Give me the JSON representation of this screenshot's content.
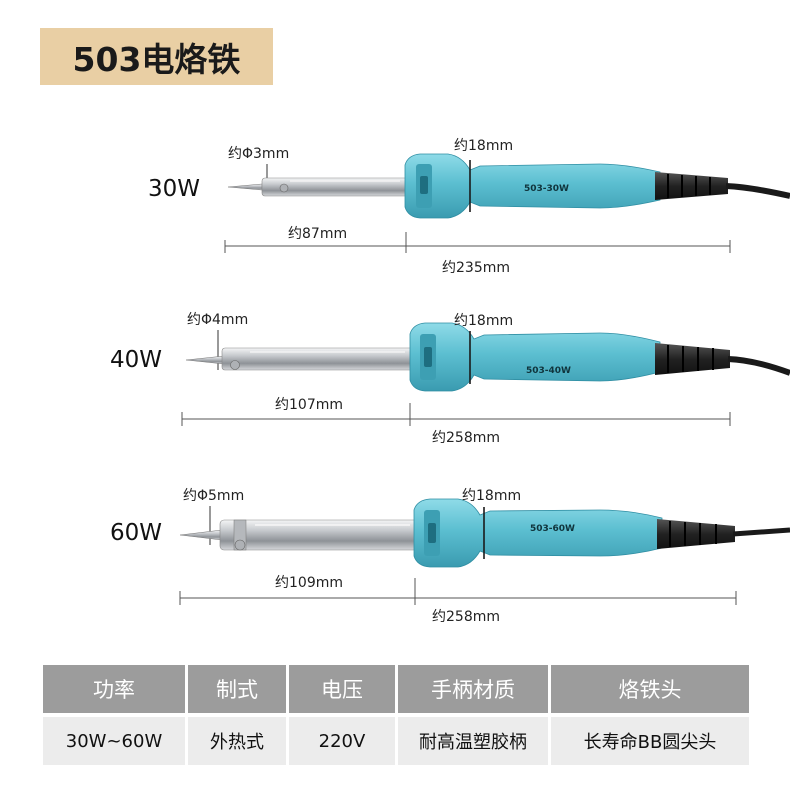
{
  "title": "503电烙铁",
  "colors": {
    "handle": "#5cbfd1",
    "handle_dark": "#3d9fb3",
    "metal": "#c9ccd0",
    "title_bg": "#e9cfa4",
    "table_header_bg": "#9c9c9c",
    "table_value_bg": "#ececec"
  },
  "irons": [
    {
      "label": "30W",
      "tip": "约Φ3mm",
      "grip": "约18mm",
      "barrel": "约87mm",
      "total": "约235mm",
      "handle_text": "503-30W"
    },
    {
      "label": "40W",
      "tip": "约Φ4mm",
      "grip": "约18mm",
      "barrel": "约107mm",
      "total": "约258mm",
      "handle_text": "503-40W"
    },
    {
      "label": "60W",
      "tip": "约Φ5mm",
      "grip": "约18mm",
      "barrel": "约109mm",
      "total": "约258mm",
      "handle_text": "503-60W"
    }
  ],
  "table": {
    "headers": [
      "功率",
      "制式",
      "电压",
      "手柄材质",
      "烙铁头"
    ],
    "values": [
      "30W~60W",
      "外热式",
      "220V",
      "耐高温塑胶柄",
      "长寿命BB圆尖头"
    ]
  }
}
